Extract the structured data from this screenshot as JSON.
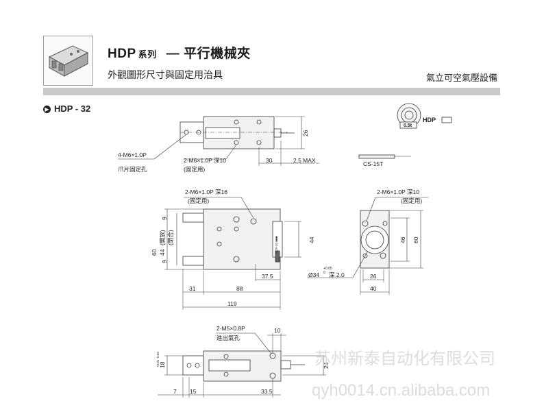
{
  "header": {
    "title": "HDP",
    "series": "系列",
    "dash": "—",
    "title_text": "平行機械夾",
    "subtitle": "外觀圖形尺寸與固定用治具",
    "company": "氣立可空氣壓設備"
  },
  "section": {
    "model": "HDP - 32",
    "bullet": "▶"
  },
  "top_view": {
    "claw_hole": "4-M6×1.0P",
    "claw_hole_note": "爪片固定孔",
    "mount_hole": "2-M6×1.0P 深10",
    "mount_note": "(固定用)",
    "dim_30": "30",
    "dim_max": "2.5 MAX",
    "dim_26": "26"
  },
  "legend": {
    "hdp_label": "HDP",
    "sensor_label": "CS-15T",
    "ring_label": "0.5t"
  },
  "front_view": {
    "mount_hole": "2-M6×1.0P 深16",
    "mount_note": "(固定用)",
    "open_label": "(開放)",
    "close_label": "(閉合)",
    "dim_60": "60",
    "dim_44": "44",
    "dim_9a": "9",
    "dim_9b": "9",
    "dim_44r": "44",
    "dim_31": "31",
    "dim_88": "88",
    "dim_375": "37.5",
    "dim_119": "119"
  },
  "side_view": {
    "mount_hole": "2-M6×1.0P 深10",
    "mount_note": "(固定用)",
    "bore": "Ø34",
    "bore_tol_up": "+0.05",
    "bore_tol_down": "0",
    "depth": "深 2.0",
    "dim_46": "46",
    "dim_60": "60",
    "dim_26": "26",
    "dim_40": "40"
  },
  "bottom_view": {
    "port": "2-M5×0.8P",
    "port_note": "進出氣孔",
    "dim_10": "10",
    "dim_24": "24",
    "dim_18": "18",
    "dim_18_tol": "+0.01 -0.03",
    "dim_7": "7",
    "dim_15": "15",
    "dim_335": "33.5"
  },
  "watermark": {
    "line1": "苏州新泰自动化有限公司",
    "line2": "qyh0014.cn.alibaba.com"
  }
}
